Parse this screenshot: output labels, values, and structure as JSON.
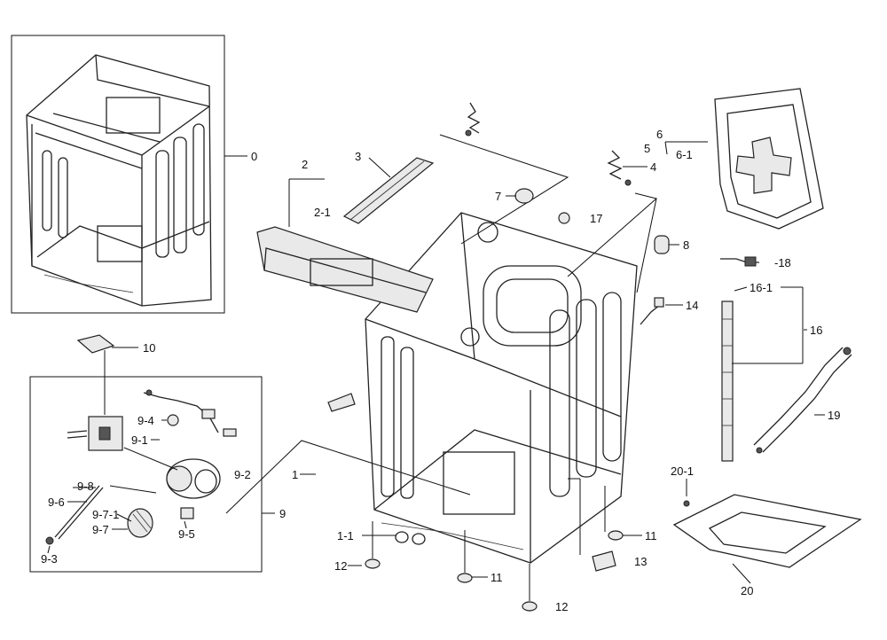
{
  "callouts": {
    "c0": "0",
    "c1": "1",
    "c1_1": "1-1",
    "c2": "2",
    "c2_1": "2-1",
    "c3": "3",
    "c4": "4",
    "c5": "5",
    "c6": "6",
    "c6_1": "6-1",
    "c7": "7",
    "c8": "8",
    "c9": "9",
    "c9_1": "9-1",
    "c9_2": "9-2",
    "c9_3": "9-3",
    "c9_4": "9-4",
    "c9_5": "9-5",
    "c9_6": "9-6",
    "c9_7": "9-7",
    "c9_7_1": "9-7-1",
    "c9_8": "9-8",
    "c10": "10",
    "c11a": "11",
    "c11b": "11",
    "c12a": "12",
    "c12b": "12",
    "c13": "13",
    "c14": "14",
    "c16": "16",
    "c16_1": "16-1",
    "c17": "17",
    "c18": "-18",
    "c19": "19",
    "c20": "20",
    "c20_1": "20-1"
  }
}
